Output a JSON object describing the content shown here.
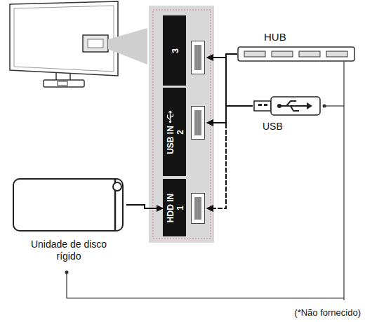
{
  "diagram": {
    "nodes": [
      {
        "text": [
          "HDD IN",
          "1"
        ]
      },
      {
        "text": [
          "USB IN",
          "2"
        ]
      },
      {
        "text": [
          "3"
        ]
      },
      {
        "text": [
          "HUB"
        ]
      },
      {
        "text": [
          "USB"
        ]
      },
      {
        "text": [
          "Unidade de disco rígido"
        ]
      }
    ],
    "edges": [
      {
        "from": 5,
        "to": 0,
        "arrow": "to"
      },
      {
        "from": 3,
        "to": 1,
        "arrow": "to"
      },
      {
        "from": 3,
        "to": 2,
        "arrow": "to"
      },
      {
        "from": 3,
        "to": 0,
        "arrow": "to"
      },
      {
        "from": 4,
        "to": 1,
        "arrow": "to"
      },
      {
        "from": 4,
        "to": 2,
        "arrow": "to"
      },
      {
        "from": 4,
        "to": 0,
        "arrow": "to"
      }
    ],
    "labels": [
      "(*Não fornecido)"
    ]
  }
}
